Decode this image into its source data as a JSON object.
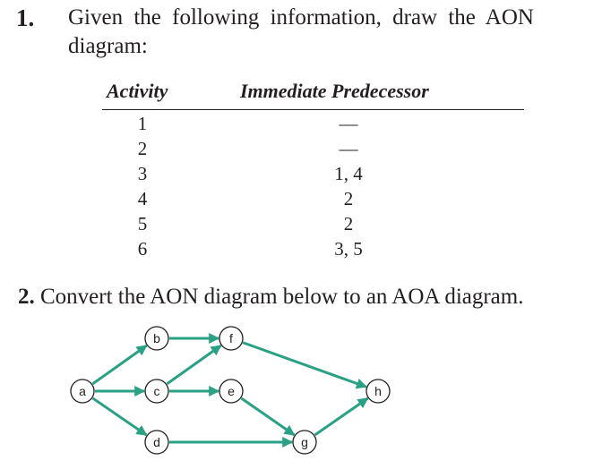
{
  "question1": {
    "number": "1.",
    "text_line1": "Given the following information, draw the AON",
    "text_line2": "diagram:",
    "table": {
      "headers": [
        "Activity",
        "Immediate Predecessor"
      ],
      "rows": [
        {
          "activity": "1",
          "predecessor": "—"
        },
        {
          "activity": "2",
          "predecessor": "—"
        },
        {
          "activity": "3",
          "predecessor": "1, 4"
        },
        {
          "activity": "4",
          "predecessor": "2"
        },
        {
          "activity": "5",
          "predecessor": "2"
        },
        {
          "activity": "6",
          "predecessor": "3, 5"
        }
      ]
    }
  },
  "question2": {
    "number": "2.",
    "text": "Convert the AON diagram below to an AOA diagram."
  },
  "diagram": {
    "colors": {
      "arrow": "#2aa084",
      "node_stroke": "#231f20"
    },
    "nodes": [
      {
        "id": "a",
        "label": "a"
      },
      {
        "id": "b",
        "label": "b"
      },
      {
        "id": "c",
        "label": "c"
      },
      {
        "id": "d",
        "label": "d"
      },
      {
        "id": "e",
        "label": "e"
      },
      {
        "id": "f",
        "label": "f"
      },
      {
        "id": "g",
        "label": "g"
      },
      {
        "id": "h",
        "label": "h"
      }
    ],
    "edges": [
      {
        "from": "a",
        "to": "b"
      },
      {
        "from": "a",
        "to": "c"
      },
      {
        "from": "a",
        "to": "d"
      },
      {
        "from": "b",
        "to": "f"
      },
      {
        "from": "c",
        "to": "f"
      },
      {
        "from": "c",
        "to": "e"
      },
      {
        "from": "d",
        "to": "g"
      },
      {
        "from": "e",
        "to": "g"
      },
      {
        "from": "f",
        "to": "h"
      },
      {
        "from": "g",
        "to": "h"
      }
    ]
  }
}
